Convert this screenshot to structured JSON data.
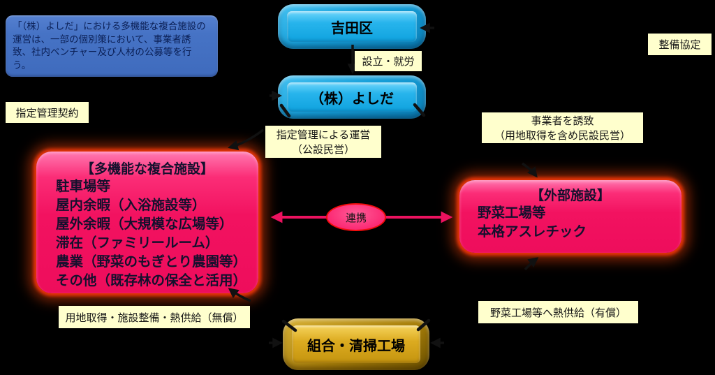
{
  "note_box": {
    "lines": [
      "「（株）よしだ」における多機能な複合施設の",
      "運営は、一部の個別策において、事業者誘",
      "致、社内ベンチャー及び人材の公募等を行",
      "う。"
    ]
  },
  "nodes": {
    "yoshida_ku": {
      "label": "吉田区"
    },
    "kabu_yoshida": {
      "label": "（株）よしだ"
    },
    "complex_facility": {
      "title": "【多機能な複合施設】",
      "items": [
        "駐車場等",
        "屋内余暇（入浴施設等）",
        "屋外余暇（大規模な広場等）",
        "滞在（ファミリールーム）",
        "農業（野菜のもぎとり農園等）",
        "その他（既存林の保全と活用）"
      ]
    },
    "external_facility": {
      "title": "【外部施設】",
      "items": [
        "野菜工場等",
        "本格アスレチック"
      ]
    },
    "union_plant": {
      "label": "組合・清掃工場"
    },
    "renkei": {
      "label": "連携"
    }
  },
  "labels": {
    "shitei_kanri_keiyaku": "指定管理契約",
    "seibi_kyotei": "整備協定",
    "setsuritsu_shuro": "設立・就労",
    "shitei_unei": [
      "指定管理による運営",
      "（公設民営）"
    ],
    "jigyosha_yuchi": [
      "事業者を誘致",
      "（用地取得を含め民設民営）"
    ],
    "yochi_shutoku": "用地取得・施設整備・熱供給（無償）",
    "yasai_netsu": "野菜工場等へ熱供給（有償）"
  },
  "colors": {
    "background": "#000000",
    "note_blue": "#4673C5",
    "note_text": "#0A1F55",
    "label_yellow": "#FFFFCD",
    "cyan_box": "#17A3DE",
    "gold_box": "#D8A91E",
    "pink_box": "#F0115F",
    "pink_glow": "#FF4508",
    "connector_pink": "#EC125F",
    "arrow_black": "#111111"
  }
}
